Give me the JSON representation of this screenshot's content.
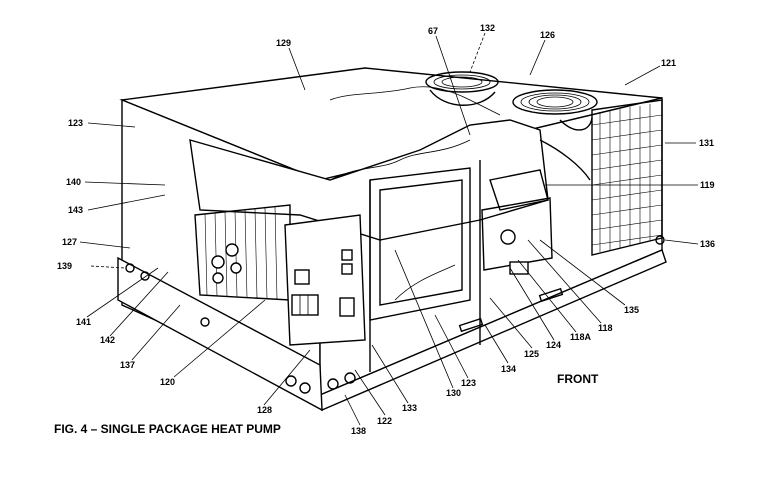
{
  "caption": "FIG. 4 – SINGLE PACKAGE HEAT PUMP",
  "orientation_label": "FRONT",
  "callouts": {
    "c121": "121",
    "c123a": "123",
    "c123b": "123",
    "c126": "126",
    "c129": "129",
    "c131": "131",
    "c132": "132",
    "c136": "136",
    "c67": "67",
    "c119": "119",
    "c140": "140",
    "c143": "143",
    "c127": "127",
    "c139": "139",
    "c141": "141",
    "c142": "142",
    "c137": "137",
    "c120": "120",
    "c128": "128",
    "c138": "138",
    "c122": "122",
    "c133": "133",
    "c130": "130",
    "c134": "134",
    "c125": "125",
    "c124": "124",
    "c118A": "118A",
    "c118": "118",
    "c135": "135"
  }
}
